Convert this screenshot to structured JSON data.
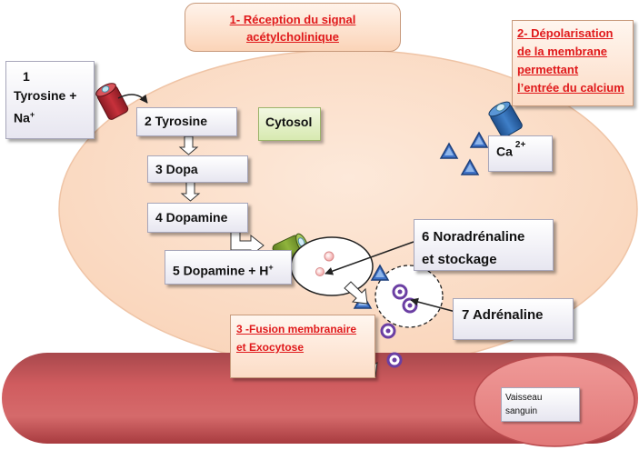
{
  "reception": {
    "line1": "1- Réception du signal",
    "line2": "acétylcholinique"
  },
  "depolarisation": {
    "lines": [
      "2- Dépolarisation",
      "de la membrane",
      "permettant",
      "l’entrée du calcium"
    ]
  },
  "step1": {
    "number": "1",
    "text": "Tyrosine +",
    "ion": "Na",
    "ion_sup": "+"
  },
  "step2": {
    "label": "2 Tyrosine"
  },
  "step3": {
    "label": "3 Dopa"
  },
  "step4": {
    "label": "4 Dopamine"
  },
  "step5": {
    "label": "5 Dopamine + H",
    "sup": "+"
  },
  "step6": {
    "line1": "6 Noradrénaline",
    "line2": "et stockage"
  },
  "step7": {
    "label": "7 Adrénaline"
  },
  "cytosol": {
    "label": "Cytosol"
  },
  "calcium": {
    "label": "Ca",
    "sup": "2+"
  },
  "fusion": {
    "line1": "3 -Fusion membranaire",
    "line2": "et Exocytose"
  },
  "vessel": {
    "line1": "Vaisseau",
    "line2": "sanguin"
  },
  "colors": {
    "cell": "#fde3cf",
    "vessel": "#c8474a",
    "title_red": "#e0191b",
    "triangle": "#3f72c7",
    "vesicle": "#6b3fa3"
  }
}
